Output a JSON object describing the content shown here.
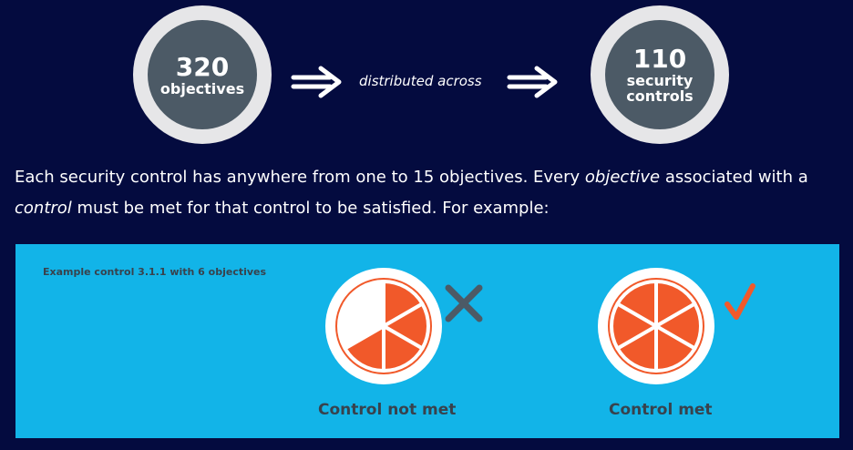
{
  "stats": {
    "objectives": {
      "number": "320",
      "label": "objectives"
    },
    "controls": {
      "number": "110",
      "label_line1": "security",
      "label_line2": "controls"
    },
    "connector": "distributed across"
  },
  "intro": {
    "part1": "Each security control has anywhere from one to 15 objectives. Every ",
    "objective": "objective",
    "part2": " associated with a ",
    "control": "control",
    "part3": " must be met for that control to be satisfied. For example:"
  },
  "example": {
    "caption": "Example control 3.1.1 with 6 objectives",
    "objectives_total": 6,
    "not_met": {
      "label": "Control not met",
      "objectives_met": 4,
      "status_icon": "x-mark-icon"
    },
    "met": {
      "label": "Control met",
      "objectives_met": 6,
      "status_icon": "check-mark-icon"
    }
  },
  "colors": {
    "background": "#040b3f",
    "panel": "#12b4e8",
    "objective_met": "#f1592a",
    "objective_unmet": "#ffffff",
    "dark_gray": "#4c5a66",
    "label_text": "#38424d"
  }
}
